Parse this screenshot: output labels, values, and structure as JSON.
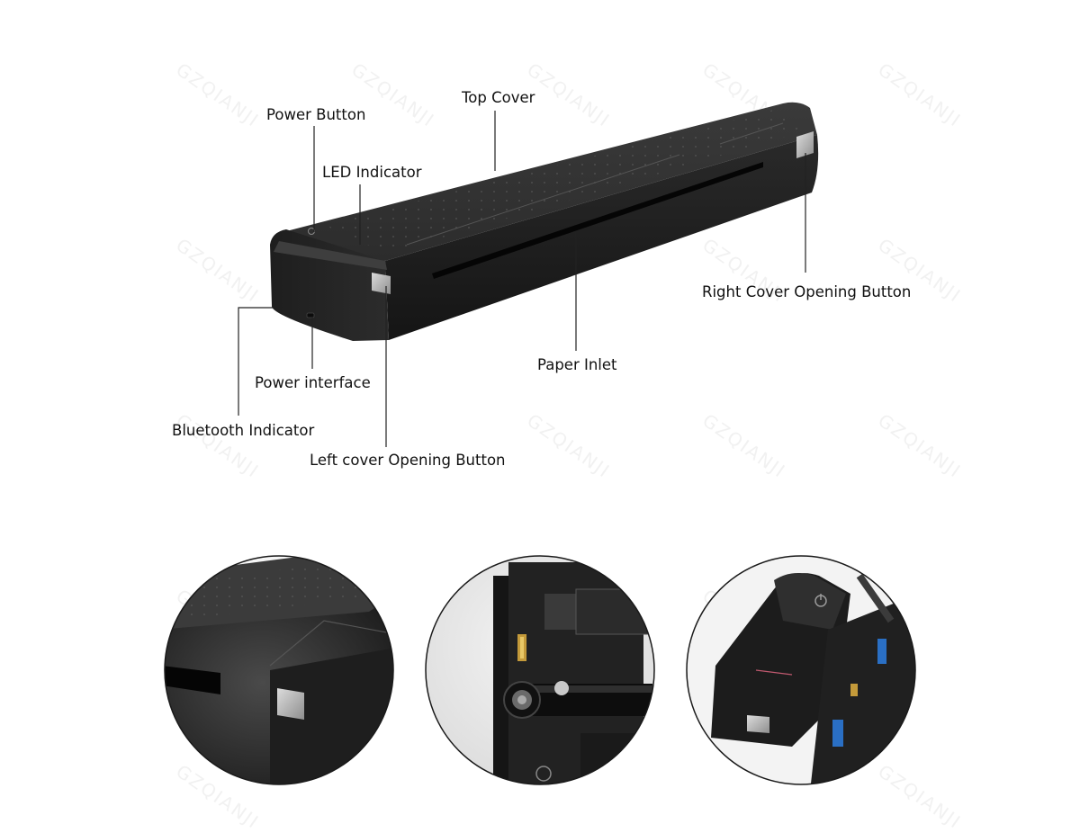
{
  "watermark_text": "GZQIANJI",
  "labels": {
    "power_button": "Power Button",
    "top_cover": "Top Cover",
    "led_indicator": "LED Indicator",
    "right_cover_opening_button": "Right Cover Opening Button",
    "paper_inlet": "Paper Inlet",
    "power_interface": "Power interface",
    "bluetooth_indicator": "Bluetooth Indicator",
    "left_cover_opening_button": "Left cover Opening Button"
  },
  "colors": {
    "printer_body": "#262626",
    "printer_top": "#333333",
    "button_grey": "#b9b9b9",
    "leader_line": "#222222"
  }
}
